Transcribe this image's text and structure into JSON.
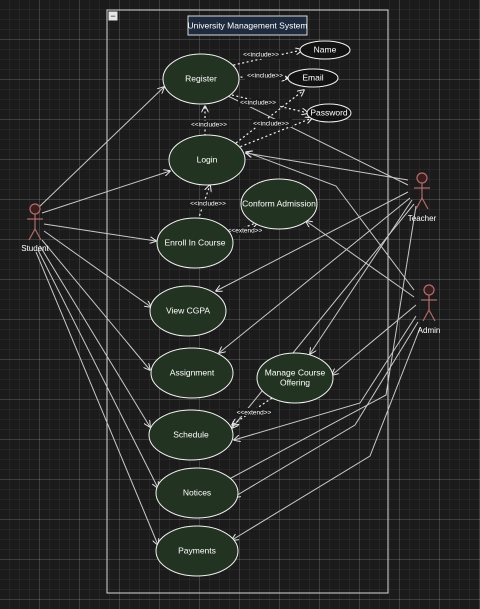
{
  "system": {
    "title": "University Management System",
    "collapse_glyph": "−"
  },
  "actors": {
    "student": "Student",
    "teacher": "Teacher",
    "admin": "Admin"
  },
  "use_cases": {
    "register": "Register",
    "login": "Login",
    "conform_admission": "Conform Admission",
    "enroll": "Enroll In Course",
    "view_cgpa": "View CGPA",
    "assignment": "Assignment",
    "manage_course_1": "Manage Course",
    "manage_course_2": "Offering",
    "schedule": "Schedule",
    "notices": "Notices",
    "payments": "Payments"
  },
  "attributes": {
    "name": "Name",
    "email": "Email",
    "password": "Password"
  },
  "relations": {
    "include": "<<include>>",
    "extend": "<<extend>>"
  },
  "colors": {
    "use_case_fill": "#233322",
    "actor_stroke": "#b46a6a",
    "title_box_fill": "#1e2a3e"
  }
}
